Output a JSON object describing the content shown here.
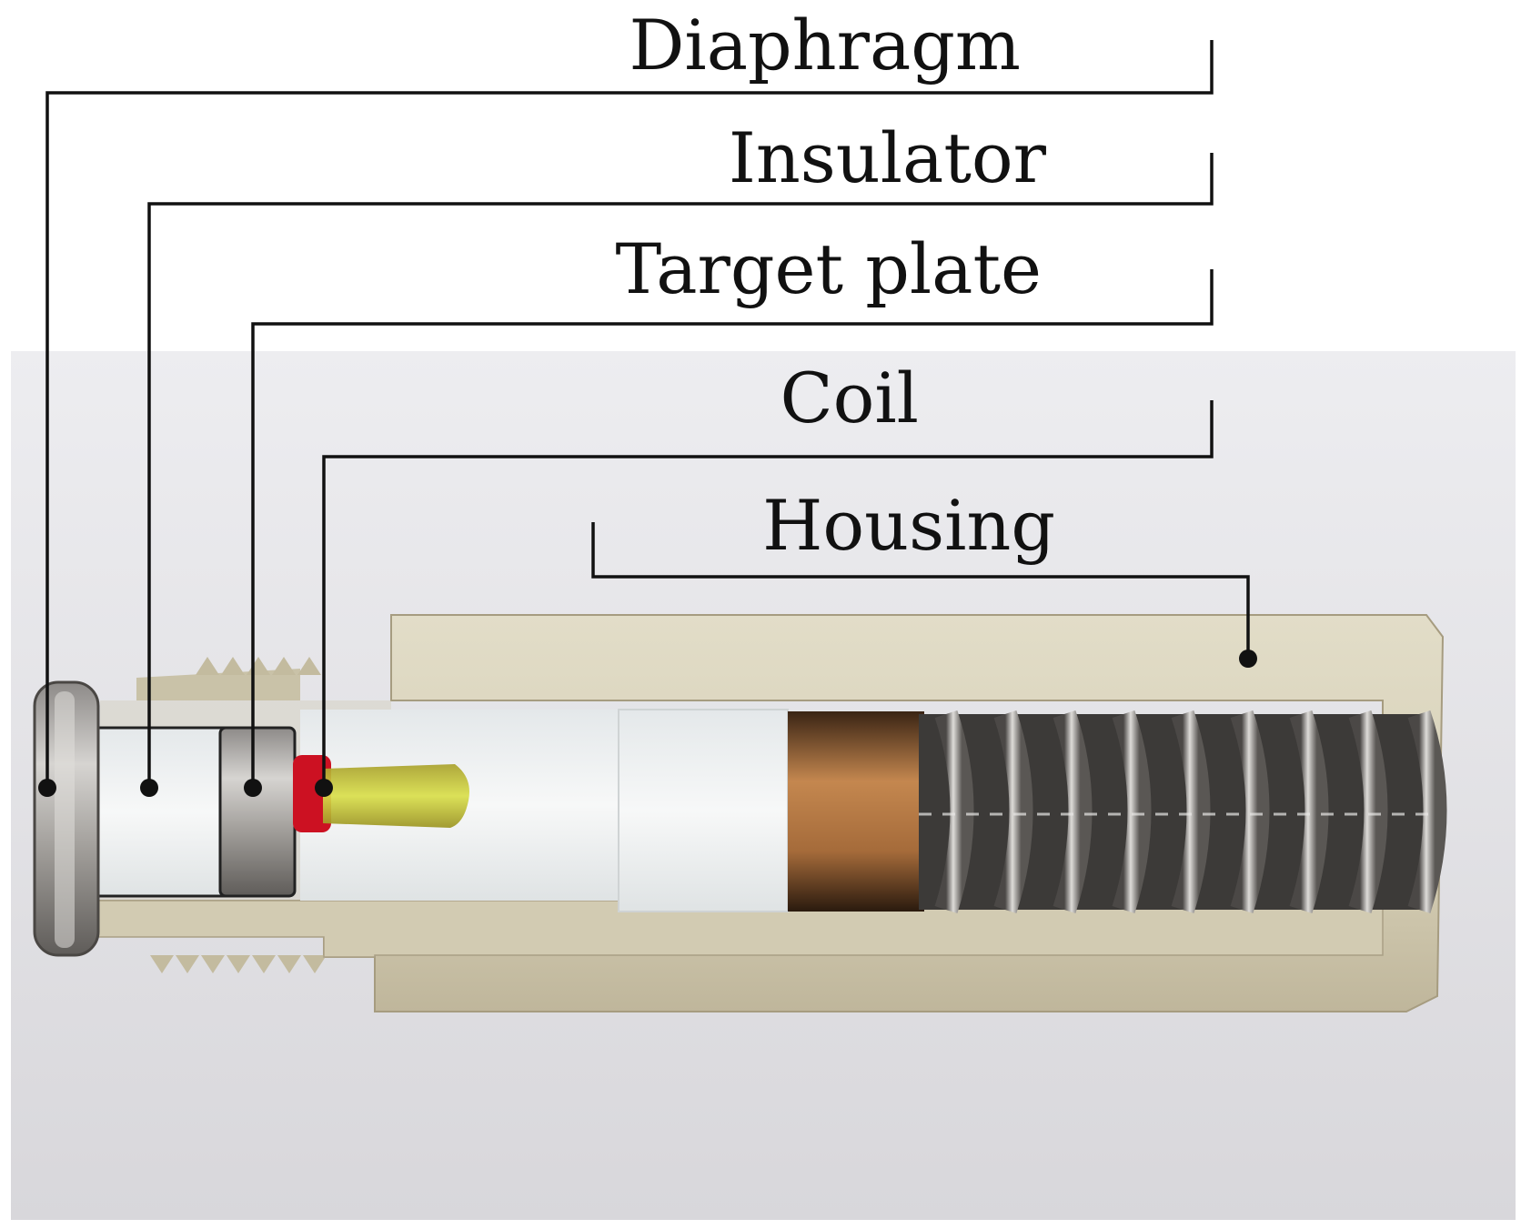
{
  "figure": {
    "labels": [
      {
        "id": "diaphragm",
        "text": "Diaphragm"
      },
      {
        "id": "insulator",
        "text": "Insulator"
      },
      {
        "id": "target-plate",
        "text": "Target plate"
      },
      {
        "id": "coil",
        "text": "Coil"
      },
      {
        "id": "housing",
        "text": "Housing"
      }
    ]
  },
  "colors": {
    "background": "#ffffff",
    "photo_backdrop": "#e8e7ea",
    "housing": "#d9d3bd",
    "metal": "#b8b6b4",
    "insulator": "#f1f3f3",
    "copper": "#b77744",
    "red_wire": "#cc1122",
    "yellow_epoxy": "#c6cf3a",
    "ink": "#111111"
  }
}
